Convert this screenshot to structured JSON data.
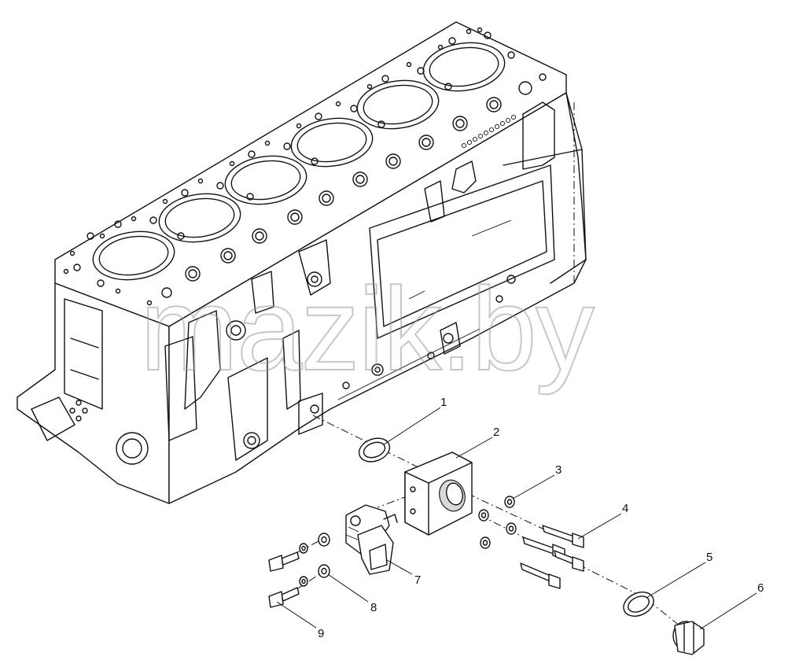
{
  "diagram": {
    "watermark": "mazik.by",
    "callouts": [
      {
        "id": "1",
        "label": "1"
      },
      {
        "id": "2",
        "label": "2"
      },
      {
        "id": "3",
        "label": "3"
      },
      {
        "id": "4",
        "label": "4"
      },
      {
        "id": "5",
        "label": "5"
      },
      {
        "id": "6",
        "label": "6"
      },
      {
        "id": "7",
        "label": "7"
      },
      {
        "id": "8",
        "label": "8"
      },
      {
        "id": "9",
        "label": "9"
      }
    ]
  }
}
